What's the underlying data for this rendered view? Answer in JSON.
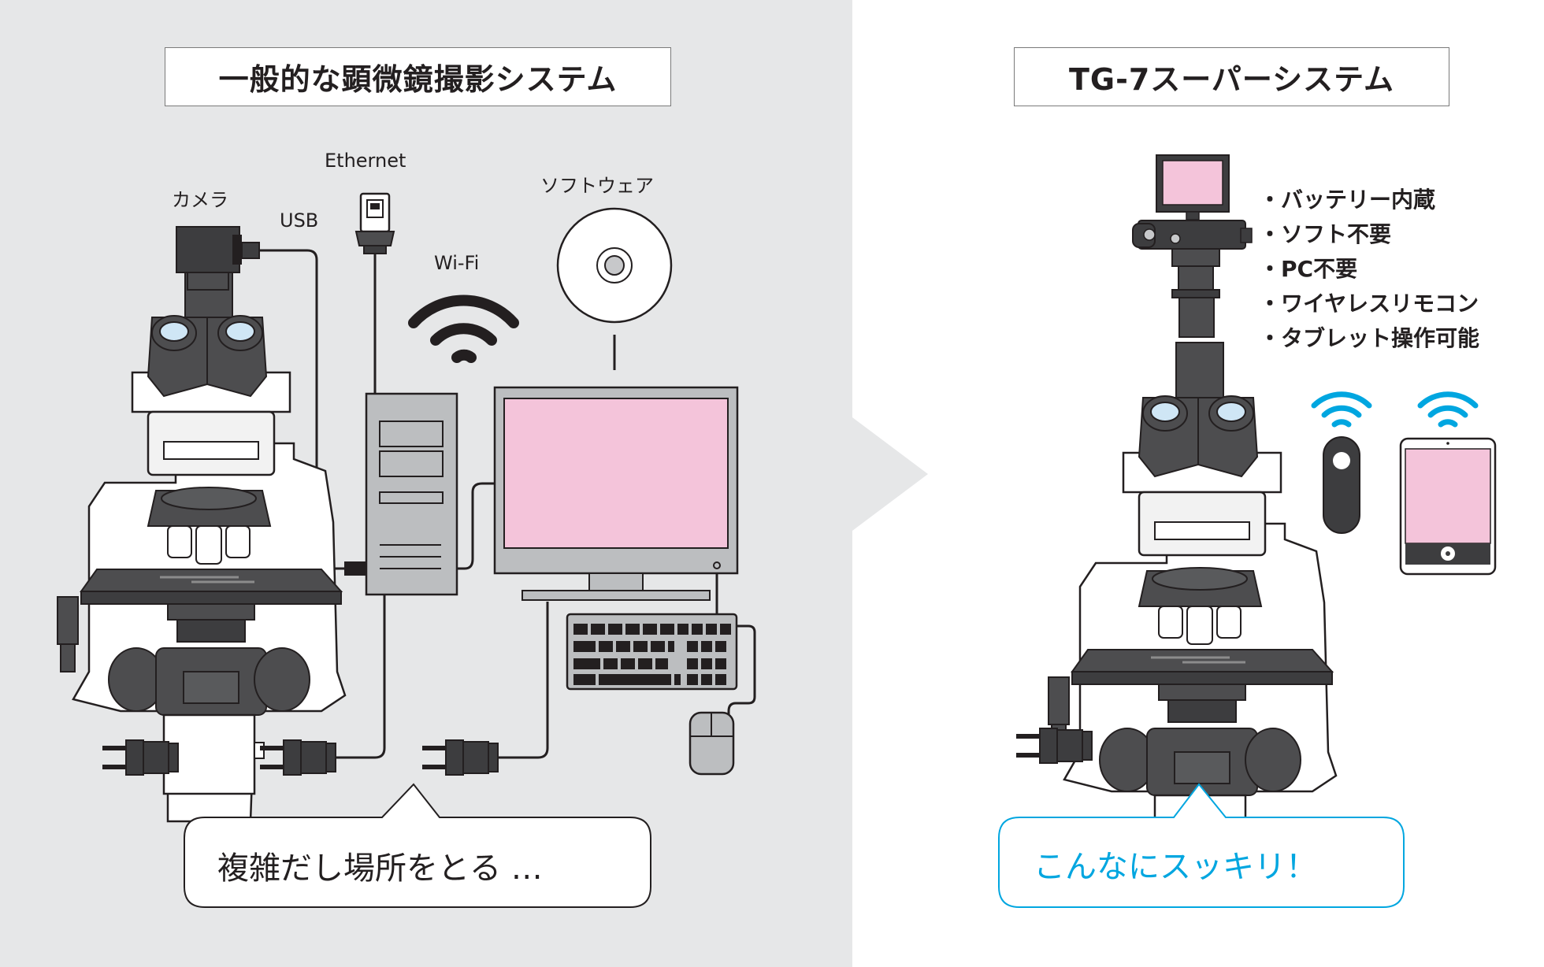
{
  "left_panel": {
    "title": "一般的な顕微鏡撮影システム",
    "labels": {
      "camera": "カメラ",
      "usb": "USB",
      "ethernet": "Ethernet",
      "wifi": "Wi-Fi",
      "software": "ソフトウェア"
    },
    "bubble_text": "複雑だし場所をとる …"
  },
  "right_panel": {
    "title": "TG-7スーパーシステム",
    "features": [
      "・バッテリー内蔵",
      "・ソフト不要",
      "・PC不要",
      "・ワイヤレスリモコン",
      "・タブレット操作可能"
    ],
    "bubble_text": "こんなにスッキリ！"
  },
  "colors": {
    "left_background": "#e6e7e8",
    "right_background": "#ffffff",
    "screen_pink": "#f4c4da",
    "accent_cyan": "#00a6e0",
    "dark_gray": "#4d4d4f"
  }
}
